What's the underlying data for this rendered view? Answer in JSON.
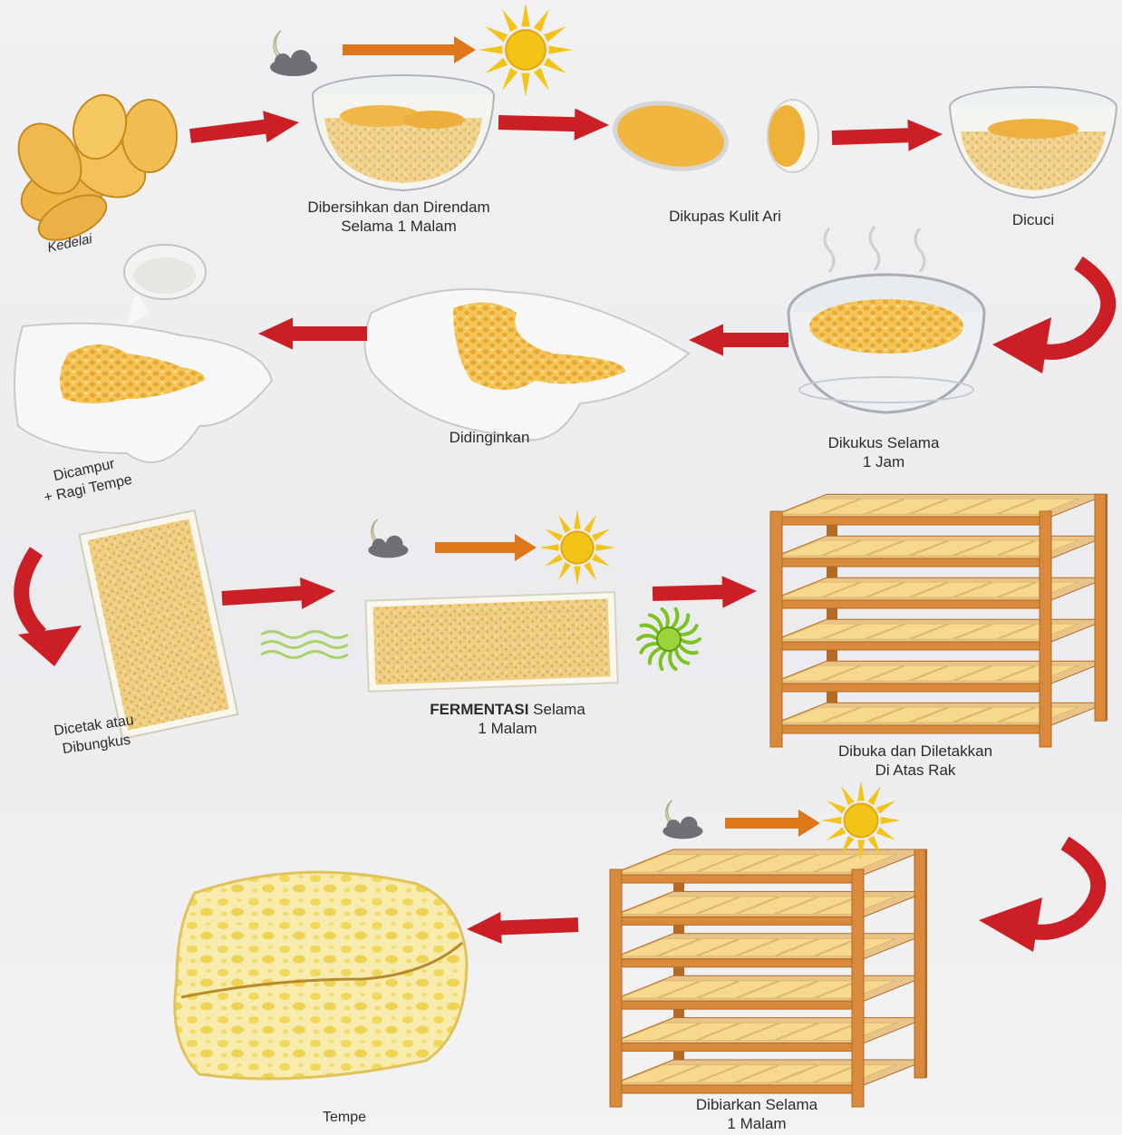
{
  "steps": {
    "kedelai": {
      "l1": "Kedelai"
    },
    "rendam": {
      "l1": "Dibersihkan dan Direndam",
      "l2": "Selama 1 Malam"
    },
    "kupas": {
      "l1": "Dikupas Kulit Ari"
    },
    "cuci": {
      "l1": "Dicuci"
    },
    "kukus": {
      "l1": "Dikukus Selama",
      "l2": "1 Jam"
    },
    "dingin": {
      "l1": "Didinginkan"
    },
    "campur": {
      "l1": "Dicampur",
      "l2": "+ Ragi Tempe"
    },
    "cetak": {
      "l1": "Dicetak atau",
      "l2": "Dibungkus"
    },
    "fermentasi": {
      "l1_bold": "FERMENTASI",
      "l1_rest": " Selama",
      "l2": "1 Malam"
    },
    "rak": {
      "l1": "Dibuka dan Diletakkan",
      "l2": "Di Atas Rak"
    },
    "biarkan": {
      "l1": "Dibiarkan Selama",
      "l2": "1 Malam"
    },
    "tempe": {
      "l1": "Tempe"
    }
  },
  "colors": {
    "flow_arrow": "#cc1f25",
    "time_arrow": "#e0761a",
    "sun": "#f2c418",
    "moon": "#eee8c4",
    "cloud": "#6f6f74",
    "soy": "#f0b43c",
    "soy_light": "#f6d98e",
    "wood": "#d98a3c",
    "tempe": "#f6e07a",
    "fungus": "#7cc424"
  },
  "icons": [
    "moon-cloud-icon",
    "time-arrow-icon",
    "sun-icon",
    "flow-arrow-icon",
    "steam-icon",
    "fungus-icon",
    "wave-icon"
  ]
}
